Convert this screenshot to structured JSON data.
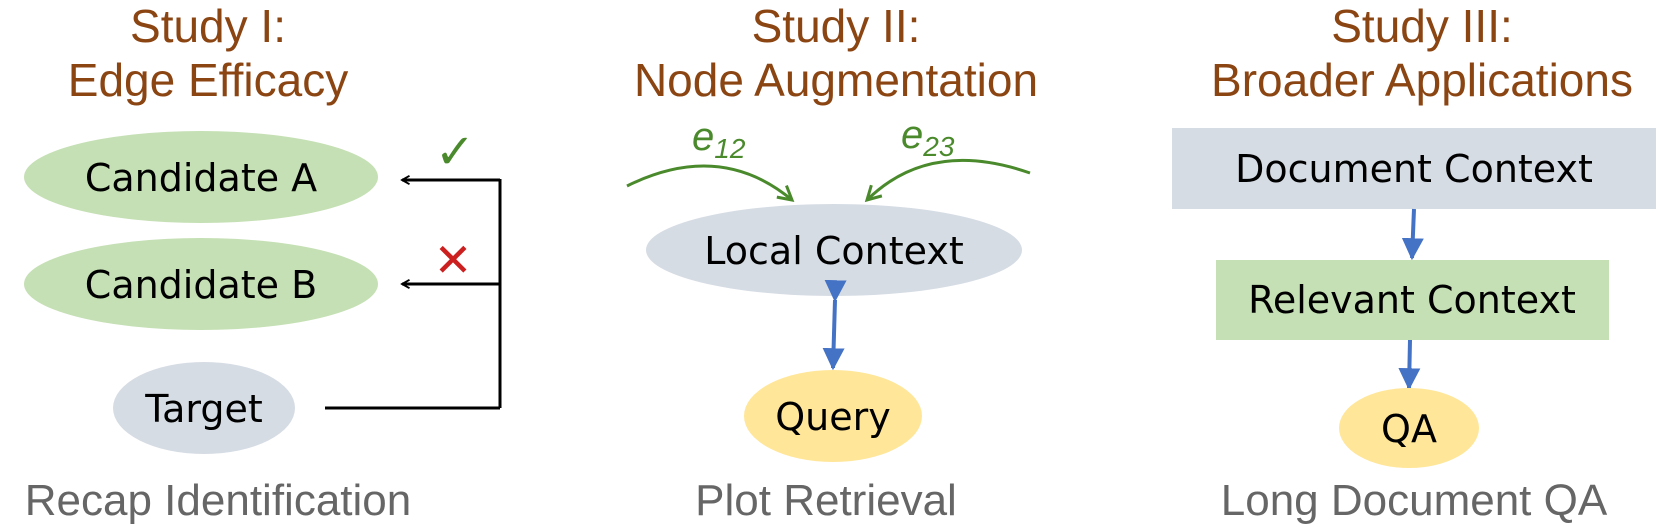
{
  "colors": {
    "title": "#8b4513",
    "caption": "#666666",
    "green_node": "#c5e0b4",
    "gray_node": "#d6dce4",
    "yellow_node": "#ffe699",
    "green_edge": "#4a8a2c",
    "blue_arrow": "#4472c4",
    "cross": "#cc1f1f"
  },
  "study1": {
    "title_line1": "Study I:",
    "title_line2": "Edge Efficacy",
    "candidate_a": "Candidate A",
    "candidate_b": "Candidate B",
    "target": "Target",
    "check_mark": "✓",
    "cross_mark": "✕",
    "caption": "Recap Identification"
  },
  "study2": {
    "title_line1": "Study II:",
    "title_line2": "Node Augmentation",
    "edge1_base": "e",
    "edge1_sub": "12",
    "edge2_base": "e",
    "edge2_sub": "23",
    "local_context": "Local Context",
    "query": "Query",
    "caption": "Plot Retrieval"
  },
  "study3": {
    "title_line1": "Study III:",
    "title_line2": "Broader Applications",
    "document_context": "Document Context",
    "relevant_context": "Relevant Context",
    "qa": "QA",
    "caption": "Long Document QA"
  }
}
